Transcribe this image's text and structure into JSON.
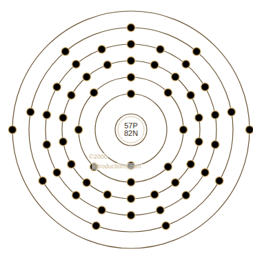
{
  "diagram": {
    "nodes": [
      {
        "text": [
          "57P",
          "82N"
        ]
      }
    ],
    "labels": [
      "©2000",
      "Introductions.com"
    ]
  }
}
